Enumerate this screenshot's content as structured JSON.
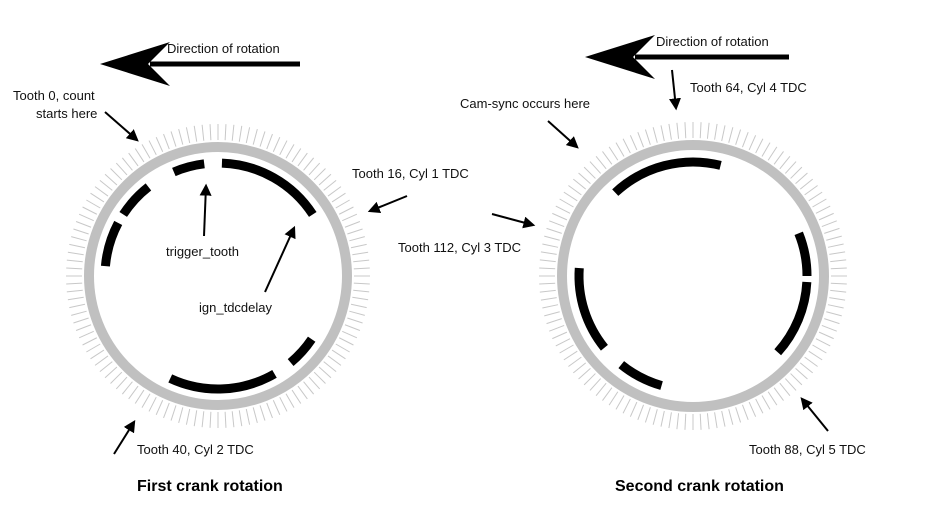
{
  "colors": {
    "ring": "#c0c0c0",
    "tick": "#c8c8c8",
    "segment": "#000000",
    "arrow": "#000000",
    "text": "#111111"
  },
  "left": {
    "direction_label": "Direction of rotation",
    "tooth0_line1": "Tooth 0, count",
    "tooth0_line2": "starts here",
    "tooth16_label": "Tooth 16, Cyl 1 TDC",
    "trigger_tooth_label": "trigger_tooth",
    "ign_tdcdelay_label": "ign_tdcdelay",
    "tooth40_label": "Tooth 40, Cyl 2 TDC",
    "caption": "First crank rotation"
  },
  "right": {
    "direction_label": "Direction of rotation",
    "tooth64_label": "Tooth 64, Cyl 4 TDC",
    "cam_sync_label": "Cam-sync occurs here",
    "tooth112_label": "Tooth 112, Cyl 3 TDC",
    "tooth88_label": "Tooth 88, Cyl 5 TDC",
    "caption": "Second crank rotation"
  }
}
